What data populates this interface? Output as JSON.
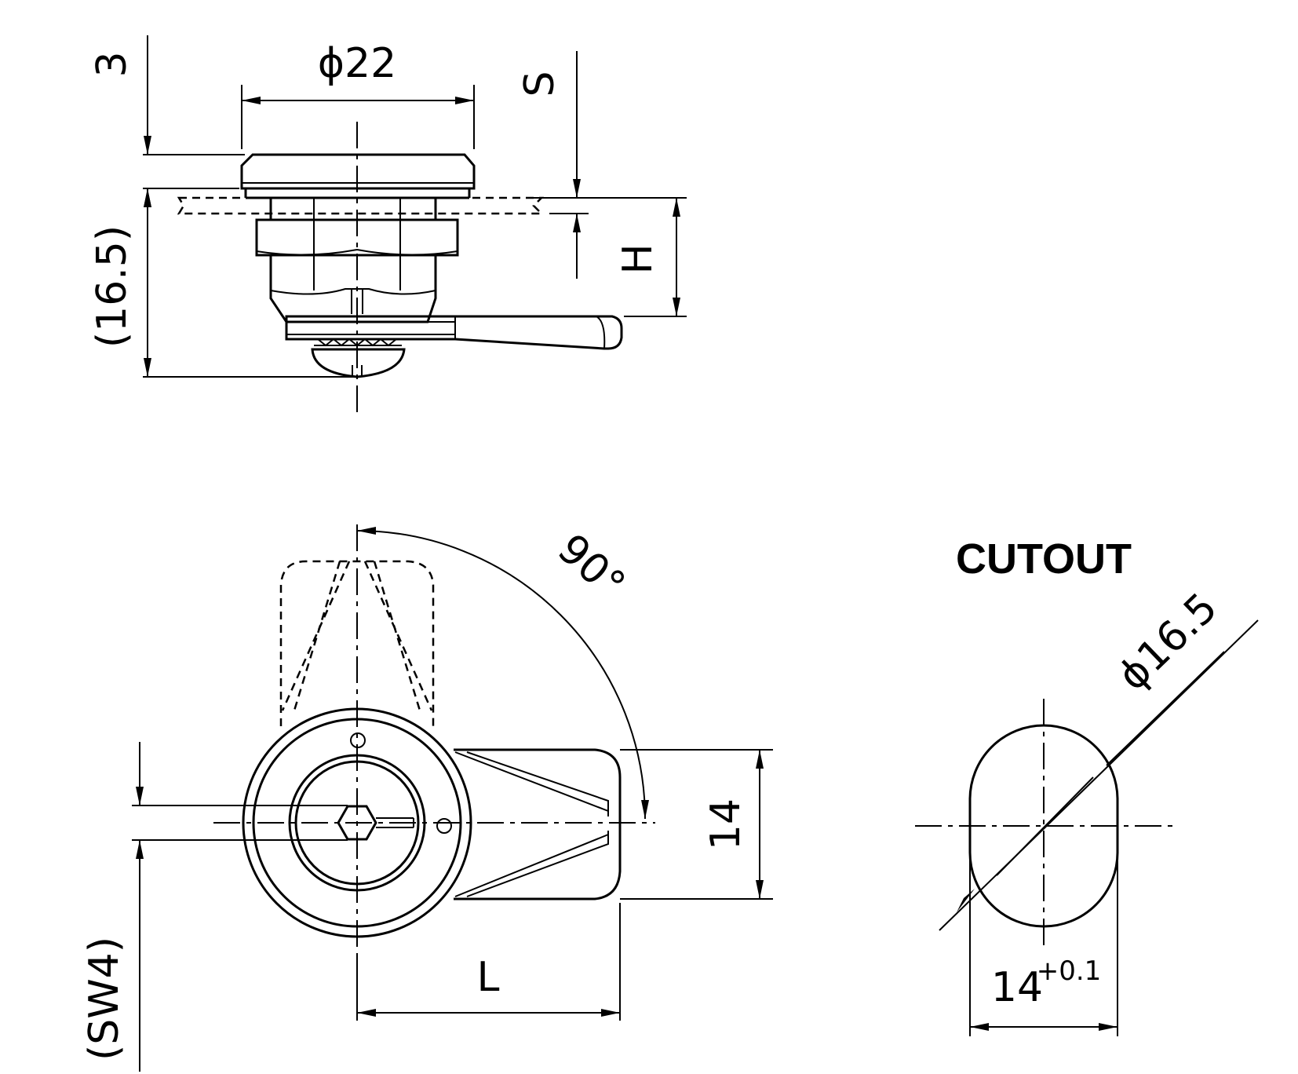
{
  "side_view": {
    "dim_diameter": "ϕ22",
    "dim_flange": "3",
    "dim_panel": "S",
    "dim_height_total": "(16.5)",
    "dim_cam_height": "H"
  },
  "front_view": {
    "dim_angle": "90°",
    "dim_cam_width": "14",
    "dim_cam_length": "L",
    "dim_key": "(SW4)"
  },
  "cutout": {
    "title": "CUTOUT",
    "dim_diameter": "ϕ16.5",
    "dim_width": "14",
    "dim_tolerance": "+0.1"
  }
}
